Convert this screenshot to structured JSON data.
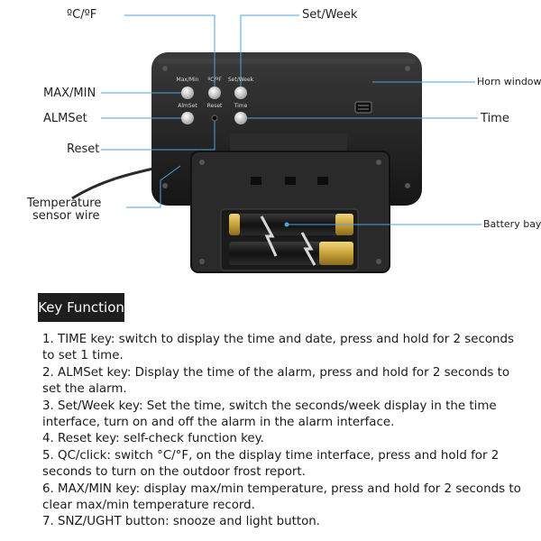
{
  "labels": {
    "celsius_fahrenheit": "ºC/ºF",
    "set_week": "Set/Week",
    "max_min": "MAX/MIN",
    "alm_set": "ALMSet",
    "reset": "Reset",
    "temp_sensor_line1": "Temperature",
    "temp_sensor_line2": "sensor wire",
    "horn_window": "Horn window",
    "time": "Time",
    "battery_bay": "Battery bay"
  },
  "device_buttons": {
    "max_min": "Max/Min",
    "c_f": "ºC/ºF",
    "set_week": "Set/Week",
    "alm_set": "AlmSet",
    "reset": "Reset",
    "time": "Time"
  },
  "key_function": {
    "title": "Key Function",
    "items": [
      "1. TIME key: switch to display the time and date, press and hold for 2 seconds to set 1 time.",
      "2. ALMSet key: Display the time of the alarm, press and hold for 2 seconds to set the alarm.",
      "3. Set/Week key: Set the time, switch the seconds/week display in the time interface, turn on and off the alarm in the alarm interface.",
      "4. Reset key: self-check function key.",
      "5. QC/click: switch °C/°F, on the display time interface, press and hold for 2 seconds to turn on the outdoor frost report.",
      "6. MAX/MIN key: display max/min temperature, press and hold for 2 seconds to clear max/min temperature record.",
      "7. SNZ/UGHT button: snooze and light button."
    ]
  },
  "colors": {
    "callout_line": "#4fa3d8",
    "device_body": "#1f1f1f",
    "title_box": "#1e1e1e",
    "battery_gold": "#c9a23a"
  }
}
